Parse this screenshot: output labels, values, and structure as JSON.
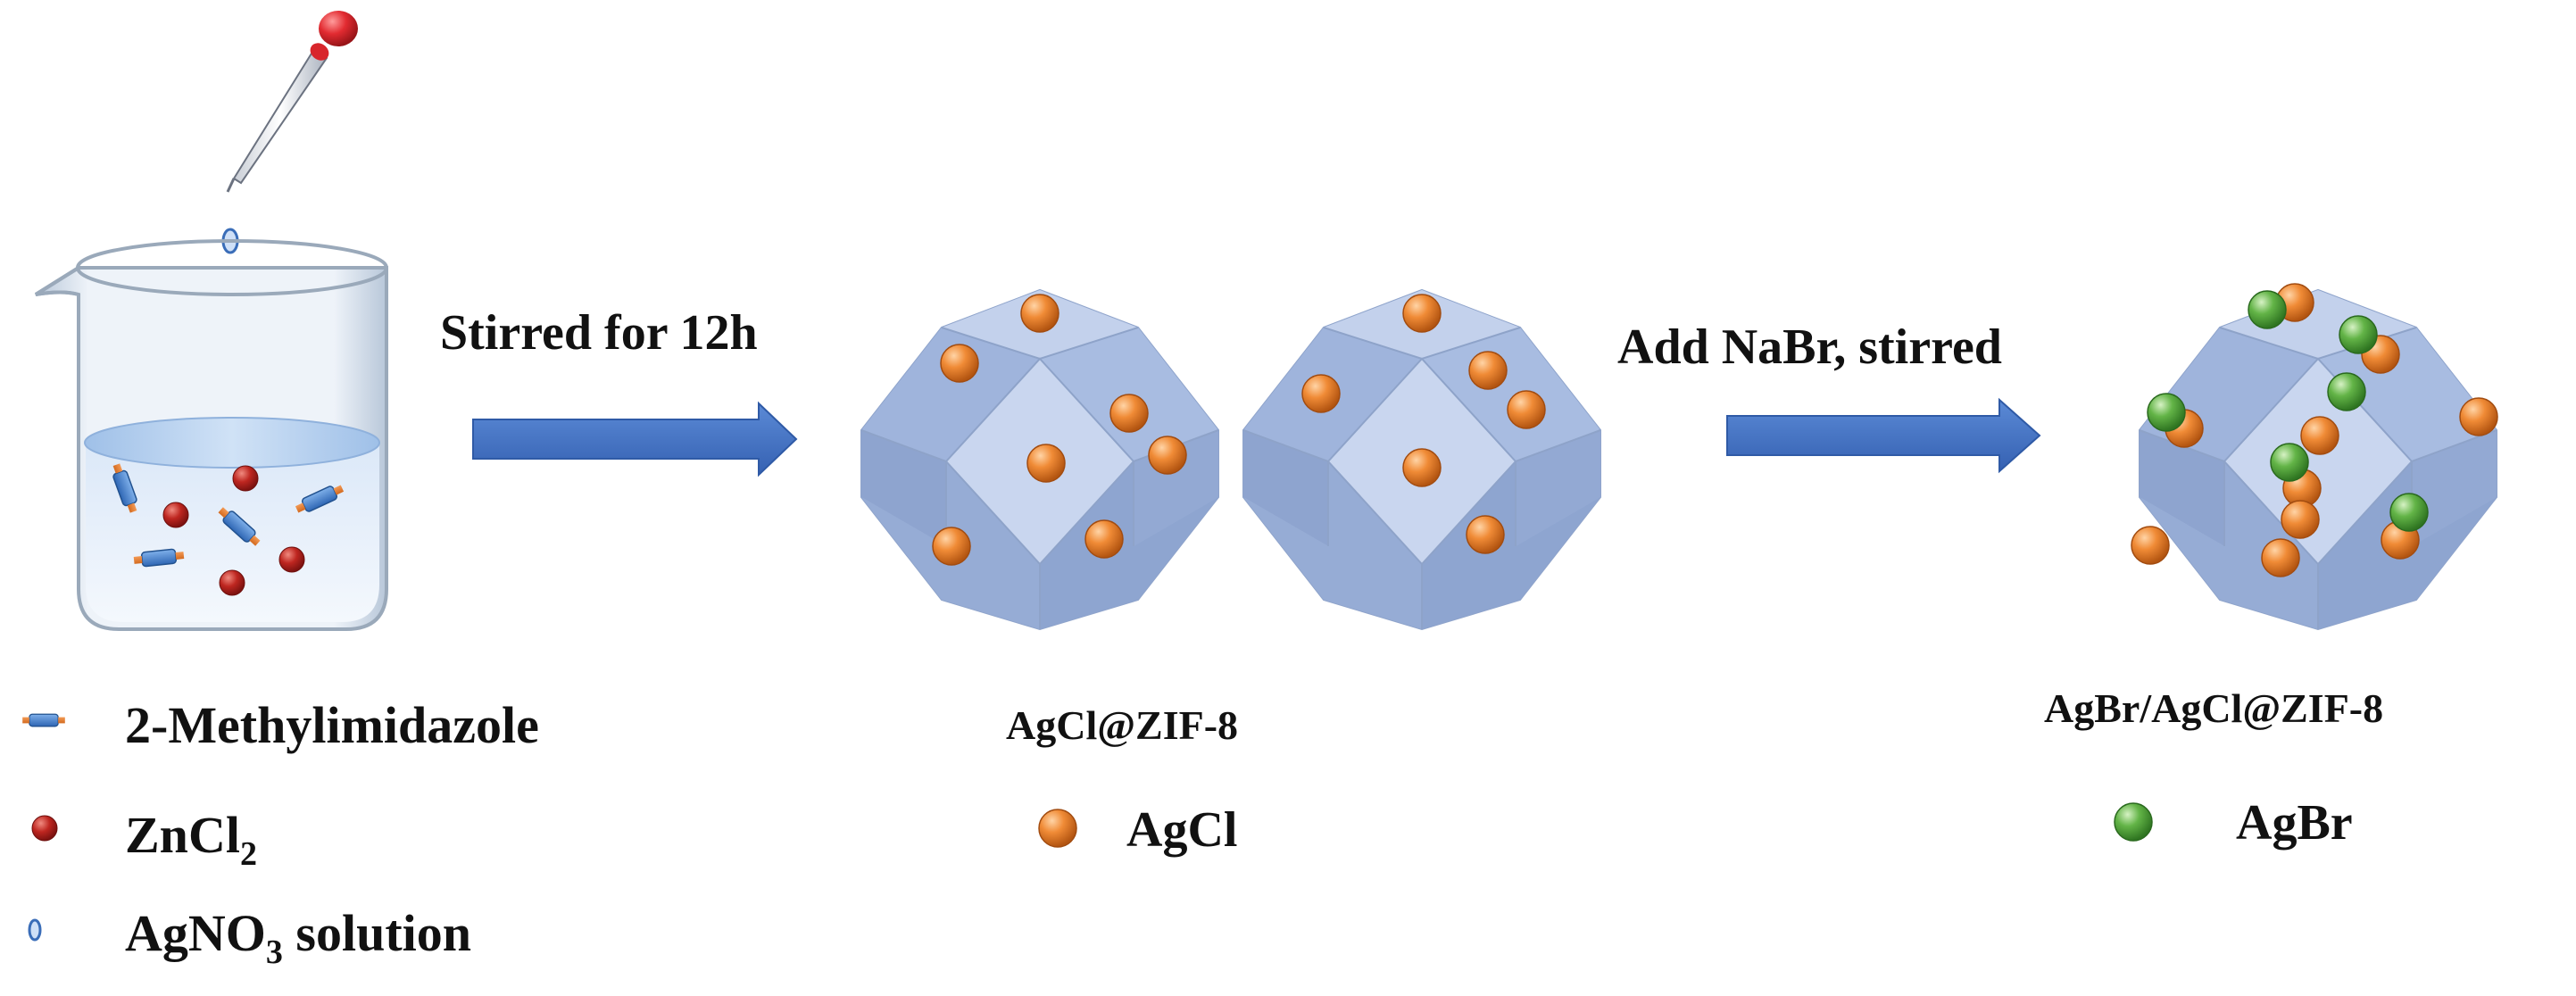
{
  "steps": {
    "step1_label": "Stirred for 12h",
    "step2_label": "Add NaBr, stirred"
  },
  "products": {
    "product1_label": "AgCl@ZIF-8",
    "product2_label": "AgBr/AgCl@ZIF-8"
  },
  "legend": {
    "methylimidazole": "2-Methylimidazole",
    "zncl2_main": "ZnCl",
    "zncl2_sub": "2",
    "agno3_main": "AgNO",
    "agno3_sub": "3",
    "agno3_rest": " solution",
    "agcl": "AgCl",
    "agbr": "AgBr"
  },
  "colors": {
    "arrow": "#3f6fc4",
    "crystal_face": "#a9bde0",
    "agcl_particle": "#e9832f",
    "agbr_particle": "#5fae45",
    "zncl2_particle": "#b3201f",
    "linker": "#4d86cf",
    "dropper_bulb": "#d8262c"
  },
  "icons": [
    "beaker-icon",
    "dropper-icon",
    "arrow-icon",
    "zif8-crystal-icon"
  ]
}
